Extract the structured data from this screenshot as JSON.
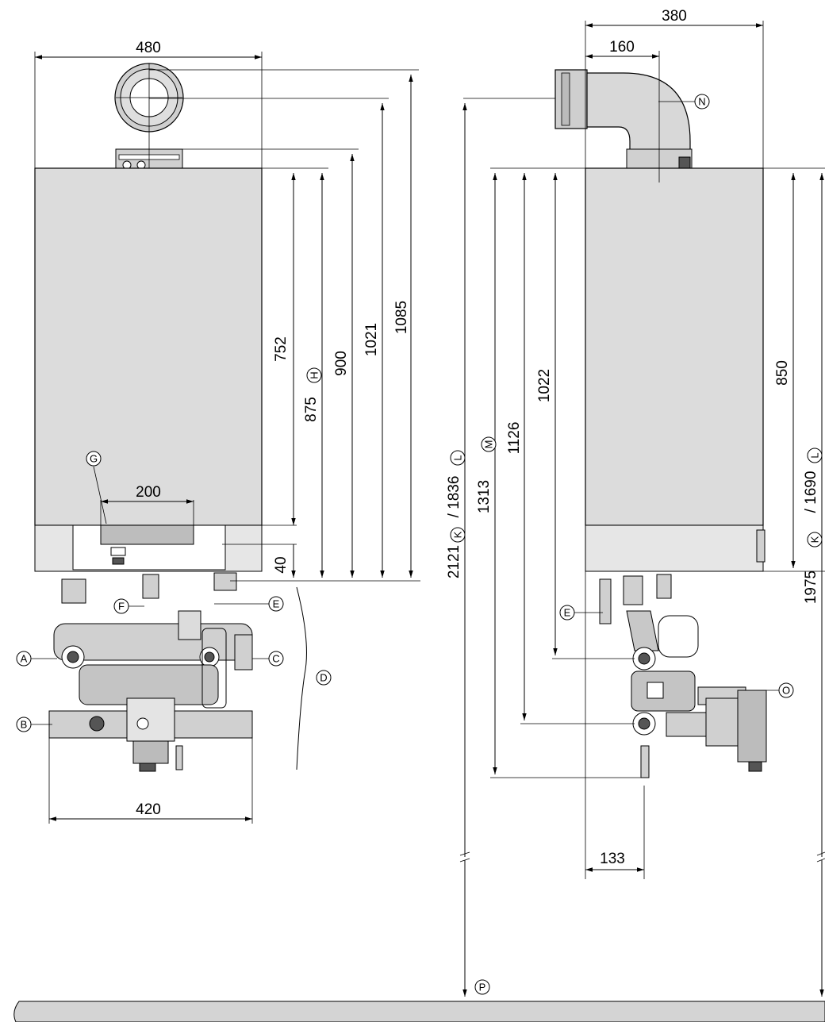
{
  "front_view": {
    "dims": {
      "width_top": "480",
      "height_752": "752",
      "height_875": "875",
      "height_900": "900",
      "height_1021": "1021",
      "height_1085": "1085",
      "width_200": "200",
      "height_40": "40",
      "width_420": "420"
    },
    "callouts": {
      "A": "A",
      "B": "B",
      "C": "C",
      "D": "D",
      "E": "E",
      "F": "F",
      "G": "G",
      "H": "H"
    }
  },
  "side_view": {
    "dims": {
      "width_380": "380",
      "width_160": "160",
      "height_1022": "1022",
      "height_1126": "1126",
      "height_1313": "1313",
      "height_850": "850",
      "width_133": "133",
      "left_total_a": "2121",
      "left_total_b": "/ 1836",
      "right_total_a": "1975",
      "right_total_b": "/ 1690"
    },
    "callouts": {
      "E": "E",
      "K1": "K",
      "L1": "L",
      "M": "M",
      "N": "N",
      "O": "O",
      "P": "P",
      "K2": "K",
      "L2": "L"
    }
  }
}
